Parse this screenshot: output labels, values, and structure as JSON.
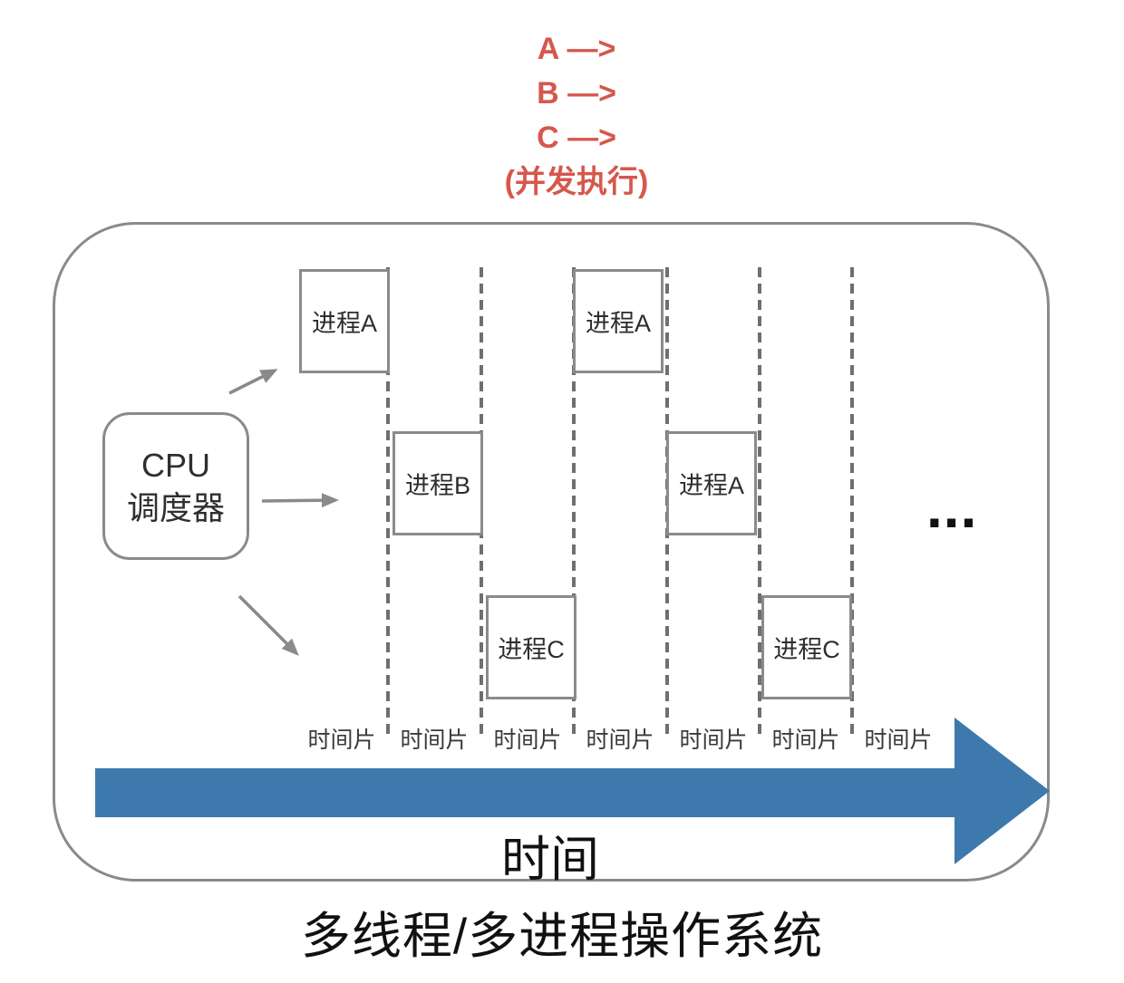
{
  "title_note": {
    "lines": [
      "A —>",
      "B —>",
      "C —>",
      "(并发执行)"
    ]
  },
  "scheduler": {
    "line1": "CPU",
    "line2": "调度器"
  },
  "timeline": {
    "process_boxes": [
      {
        "label": "进程A",
        "row": "top",
        "slice": 1
      },
      {
        "label": "进程A",
        "row": "top",
        "slice": 4
      },
      {
        "label": "进程B",
        "row": "middle",
        "slice": 2
      },
      {
        "label": "进程A",
        "row": "middle",
        "slice": 5
      },
      {
        "label": "进程C",
        "row": "bottom",
        "slice": 3
      },
      {
        "label": "进程C",
        "row": "bottom",
        "slice": 6
      }
    ],
    "slice_labels": [
      "时间片",
      "时间片",
      "时间片",
      "时间片",
      "时间片",
      "时间片",
      "时间片"
    ],
    "ellipsis": "...",
    "axis_label": "时间"
  },
  "caption": "多线程/多进程操作系统",
  "colors": {
    "accent_red": "#d5584c",
    "arrow_blue": "#3d79ad",
    "line_gray": "#8a8a8a"
  }
}
